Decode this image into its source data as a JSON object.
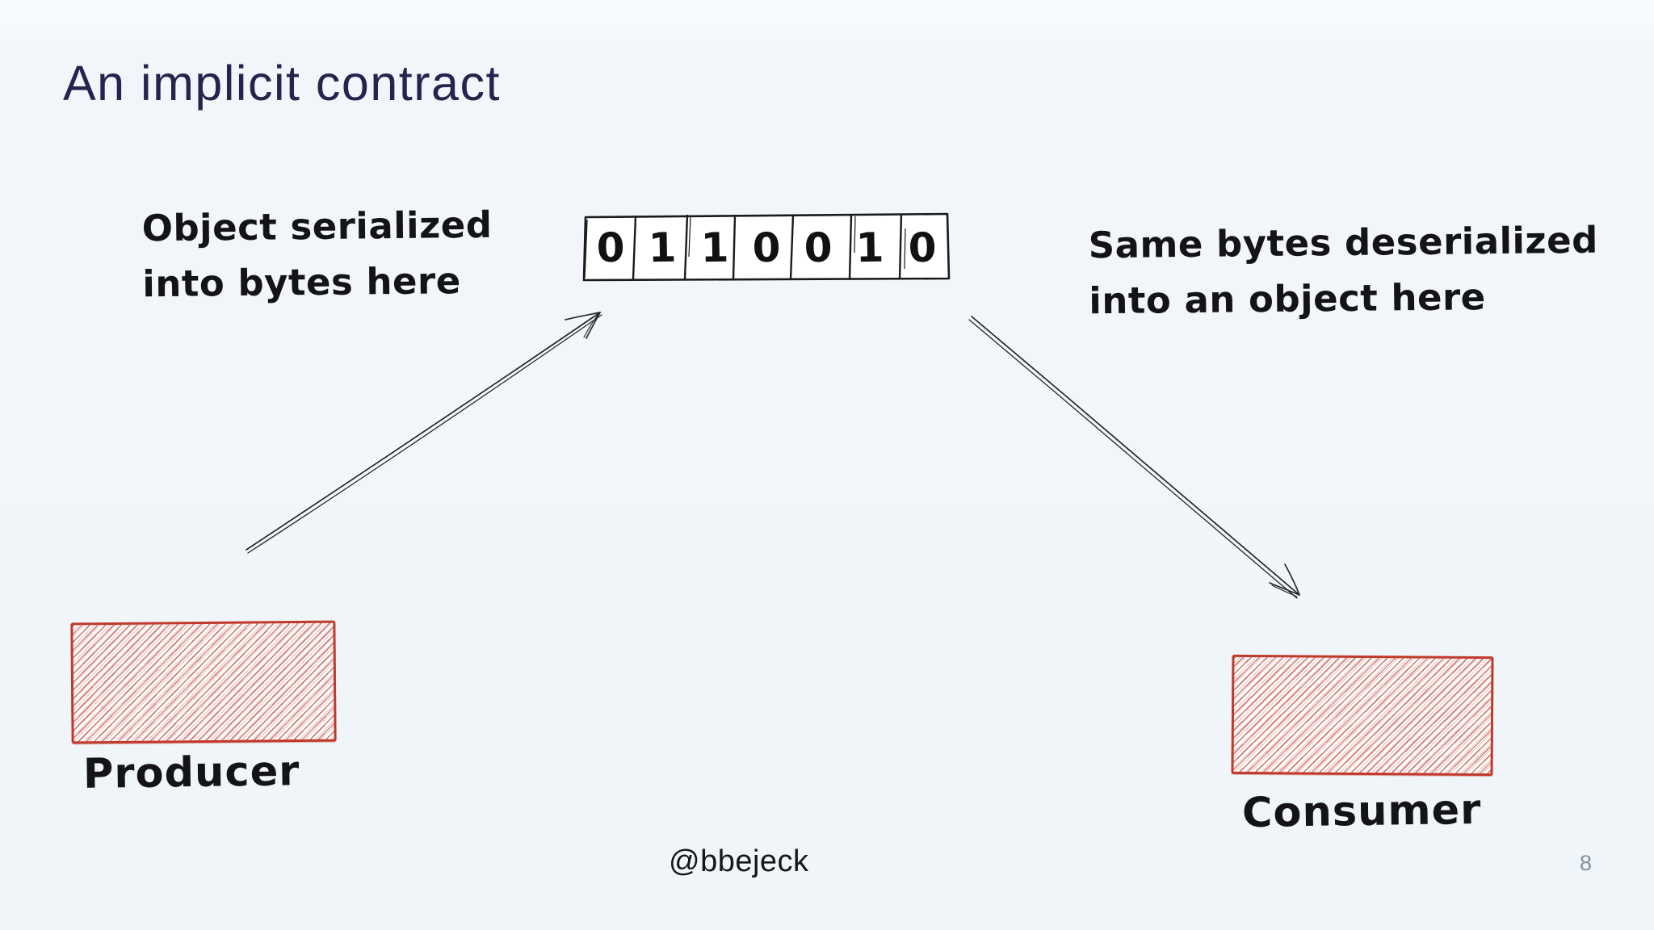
{
  "slide": {
    "title": "An implicit contract",
    "footer_handle": "@bbejeck",
    "page_number": "8"
  },
  "annotations": {
    "left_note_line1": "Object serialized",
    "left_note_line2": "into bytes here",
    "right_note_line1": "Same bytes deserialized",
    "right_note_line2": "into an object here"
  },
  "byte_strip": {
    "bits": [
      "0",
      "1",
      "1",
      "0",
      "0",
      "1",
      "0"
    ]
  },
  "nodes": {
    "producer_label": "Producer",
    "consumer_label": "Consumer"
  },
  "colors": {
    "background": "#f0f5f9",
    "title_navy": "#23254d",
    "ink_black": "#141417",
    "hatch_red": "#c0392b",
    "page_number_gray": "#85909a"
  }
}
